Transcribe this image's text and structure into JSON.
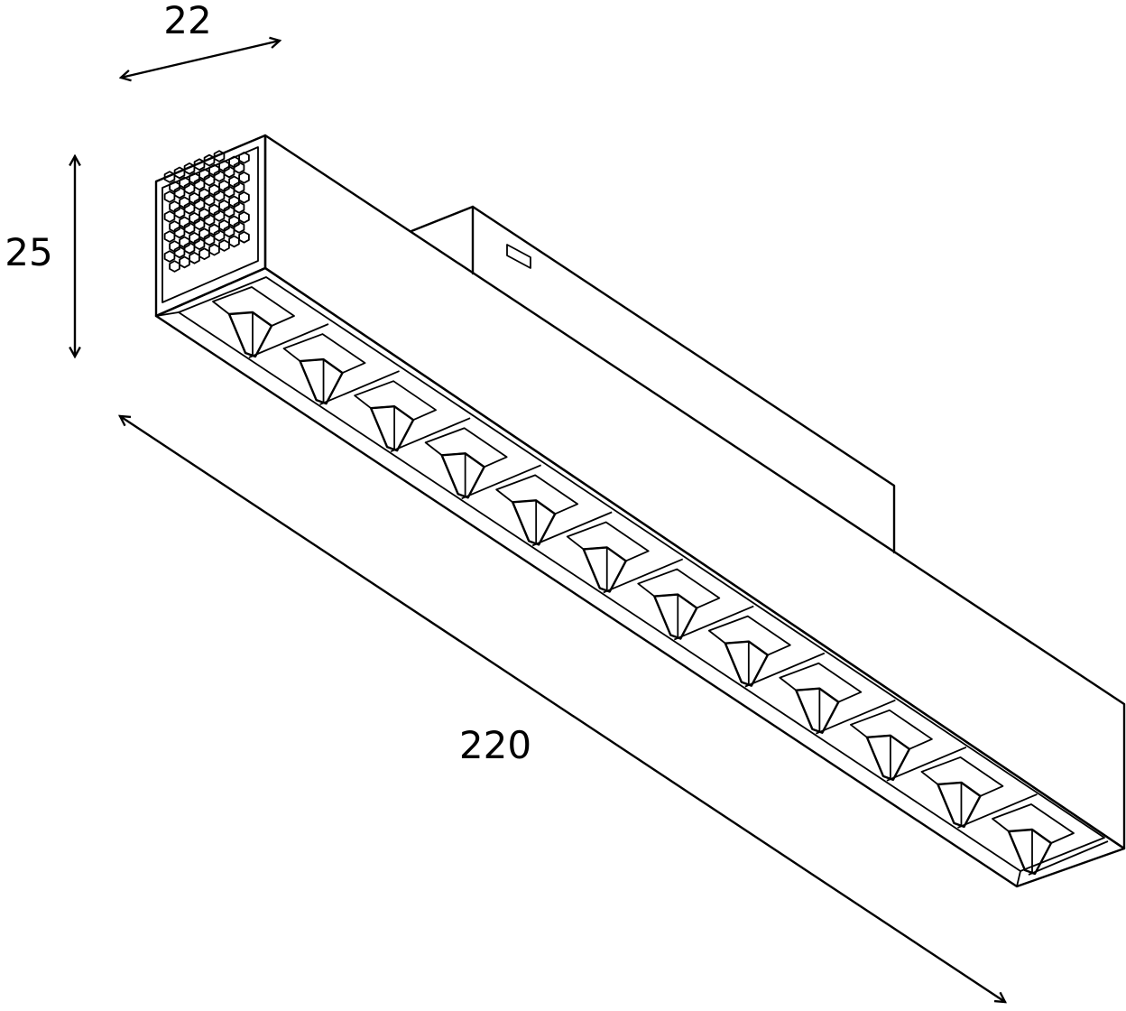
{
  "dimensions": {
    "width_label": "22",
    "height_label": "25",
    "length_label": "220"
  },
  "product": {
    "led_cell_count": 12
  },
  "colors": {
    "line": "#000000",
    "background": "#ffffff"
  }
}
